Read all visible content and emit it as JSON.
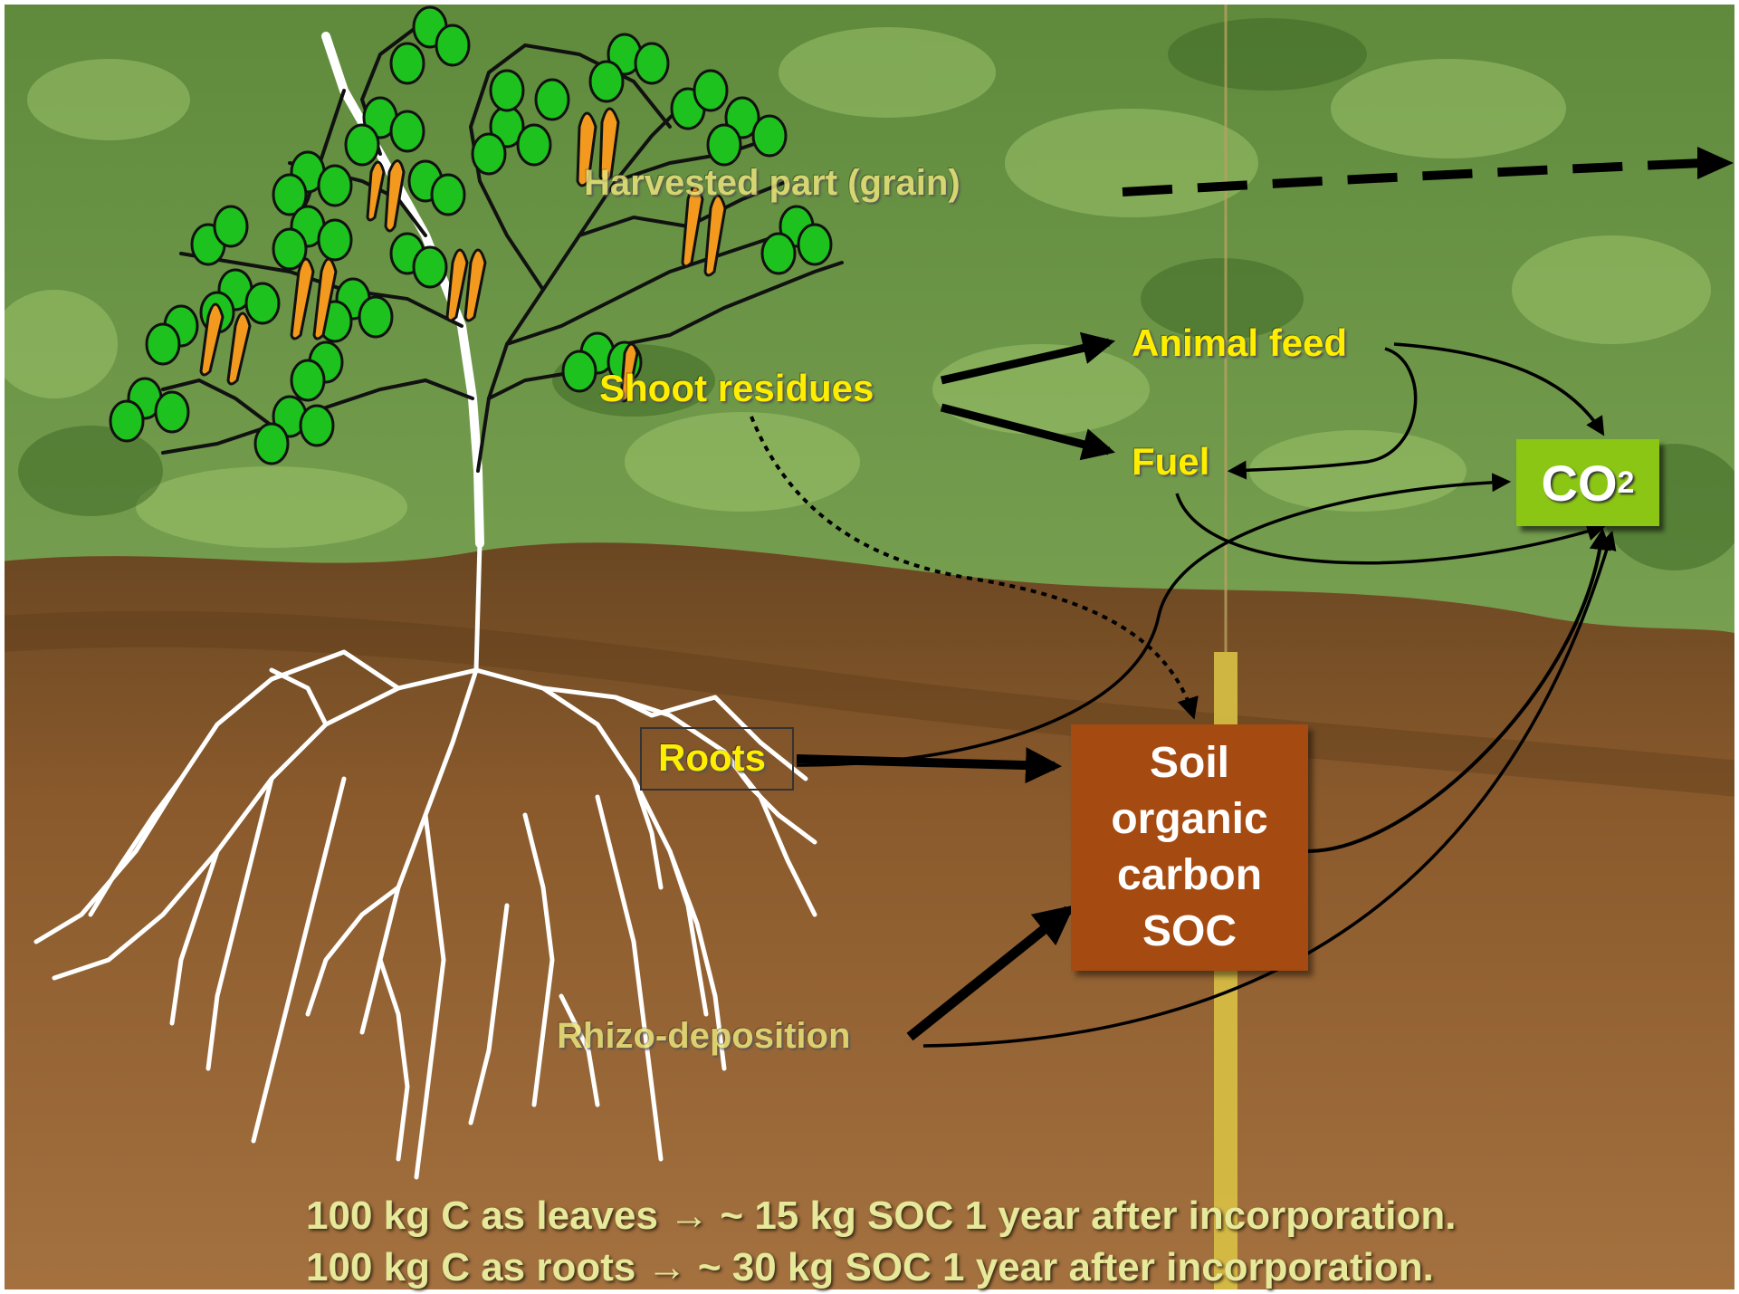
{
  "labels": {
    "harvested": "Harvested part (grain)",
    "shoot_residues": "Shoot residues",
    "animal_feed": "Animal feed",
    "fuel": "Fuel",
    "roots": "Roots",
    "rhizo": "Rhizo-deposition"
  },
  "soc_box": {
    "line1": "Soil",
    "line2": "organic",
    "line3": "carbon",
    "line4": "SOC"
  },
  "co2_box": {
    "main": "CO",
    "sub": "2"
  },
  "notes": {
    "line1": "100 kg C as leaves → ~ 15 kg SOC 1 year after incorporation.",
    "line2": "100 kg C as roots → ~ 30 kg SOC 1 year after incorporation."
  },
  "colors": {
    "label_yellow": "#ffee00",
    "soc_box": "#a54a10",
    "co2_box": "#8ac613",
    "leaf_green": "#1ec21e",
    "pod_orange": "#f39a1e",
    "root_white": "#ffffff"
  }
}
